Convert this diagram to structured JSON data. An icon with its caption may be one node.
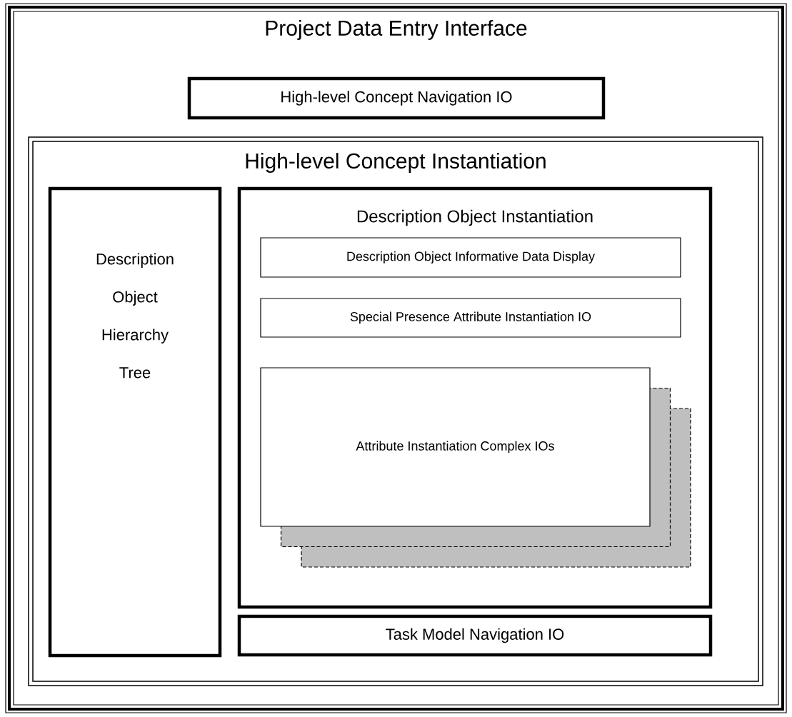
{
  "diagram": {
    "nodes": [
      {
        "text": [
          "Project Data Entry Interface"
        ]
      },
      {
        "text": [
          "High-level Concept Navigation IO"
        ],
        "in": 0
      },
      {
        "text": [
          "High-level Concept Instantiation"
        ],
        "in": 0
      },
      {
        "text": [
          "Description Object Hierarchy Tree"
        ],
        "in": 2
      },
      {
        "text": [
          "Description Object Instantiation"
        ],
        "in": 2
      },
      {
        "text": [
          "Description Object Informative Data Display"
        ],
        "in": 4
      },
      {
        "text": [
          "Special Presence Attribute Instantiation IO"
        ],
        "in": 4
      },
      {
        "text": [
          "Attribute Instantiation Complex IOs"
        ],
        "in": 4
      },
      {
        "text": [
          "Task Model Navigation IO"
        ],
        "in": 2
      }
    ]
  }
}
